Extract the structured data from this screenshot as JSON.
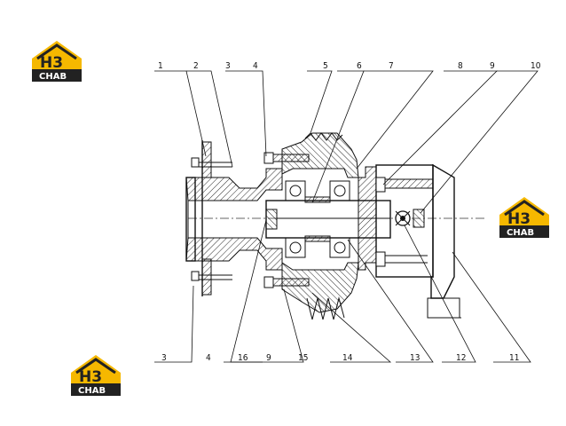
{
  "logo": {
    "letters": "H3",
    "caption": "CHAB",
    "colors": {
      "yellow": "#f5b800",
      "dark": "#222222"
    }
  },
  "callouts": {
    "top": [
      "1",
      "2",
      "3",
      "4",
      "5",
      "6",
      "7",
      "8",
      "9",
      "10"
    ],
    "bottom": [
      "3",
      "4",
      "16",
      "9",
      "15",
      "14",
      "13",
      "12",
      "11"
    ]
  }
}
